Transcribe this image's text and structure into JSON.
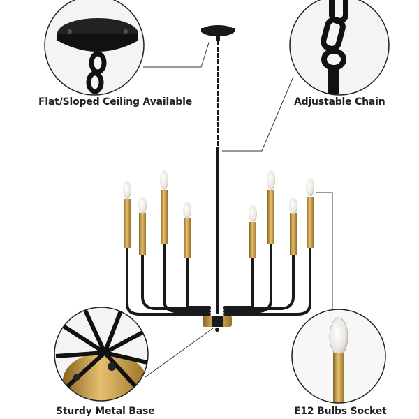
{
  "callouts": [
    {
      "label": "Flat/Sloped Ceiling Available",
      "icon": "ceiling-canopy-detail"
    },
    {
      "label": "Adjustable Chain",
      "icon": "chain-detail"
    },
    {
      "label": "Sturdy Metal Base",
      "icon": "metal-base-detail"
    },
    {
      "label": "E12 Bulbs Socket",
      "icon": "bulb-socket-detail"
    }
  ],
  "colors": {
    "metal_black": "#1a1a1a",
    "brass_gold": "#c79a3a",
    "outline": "#222222"
  }
}
